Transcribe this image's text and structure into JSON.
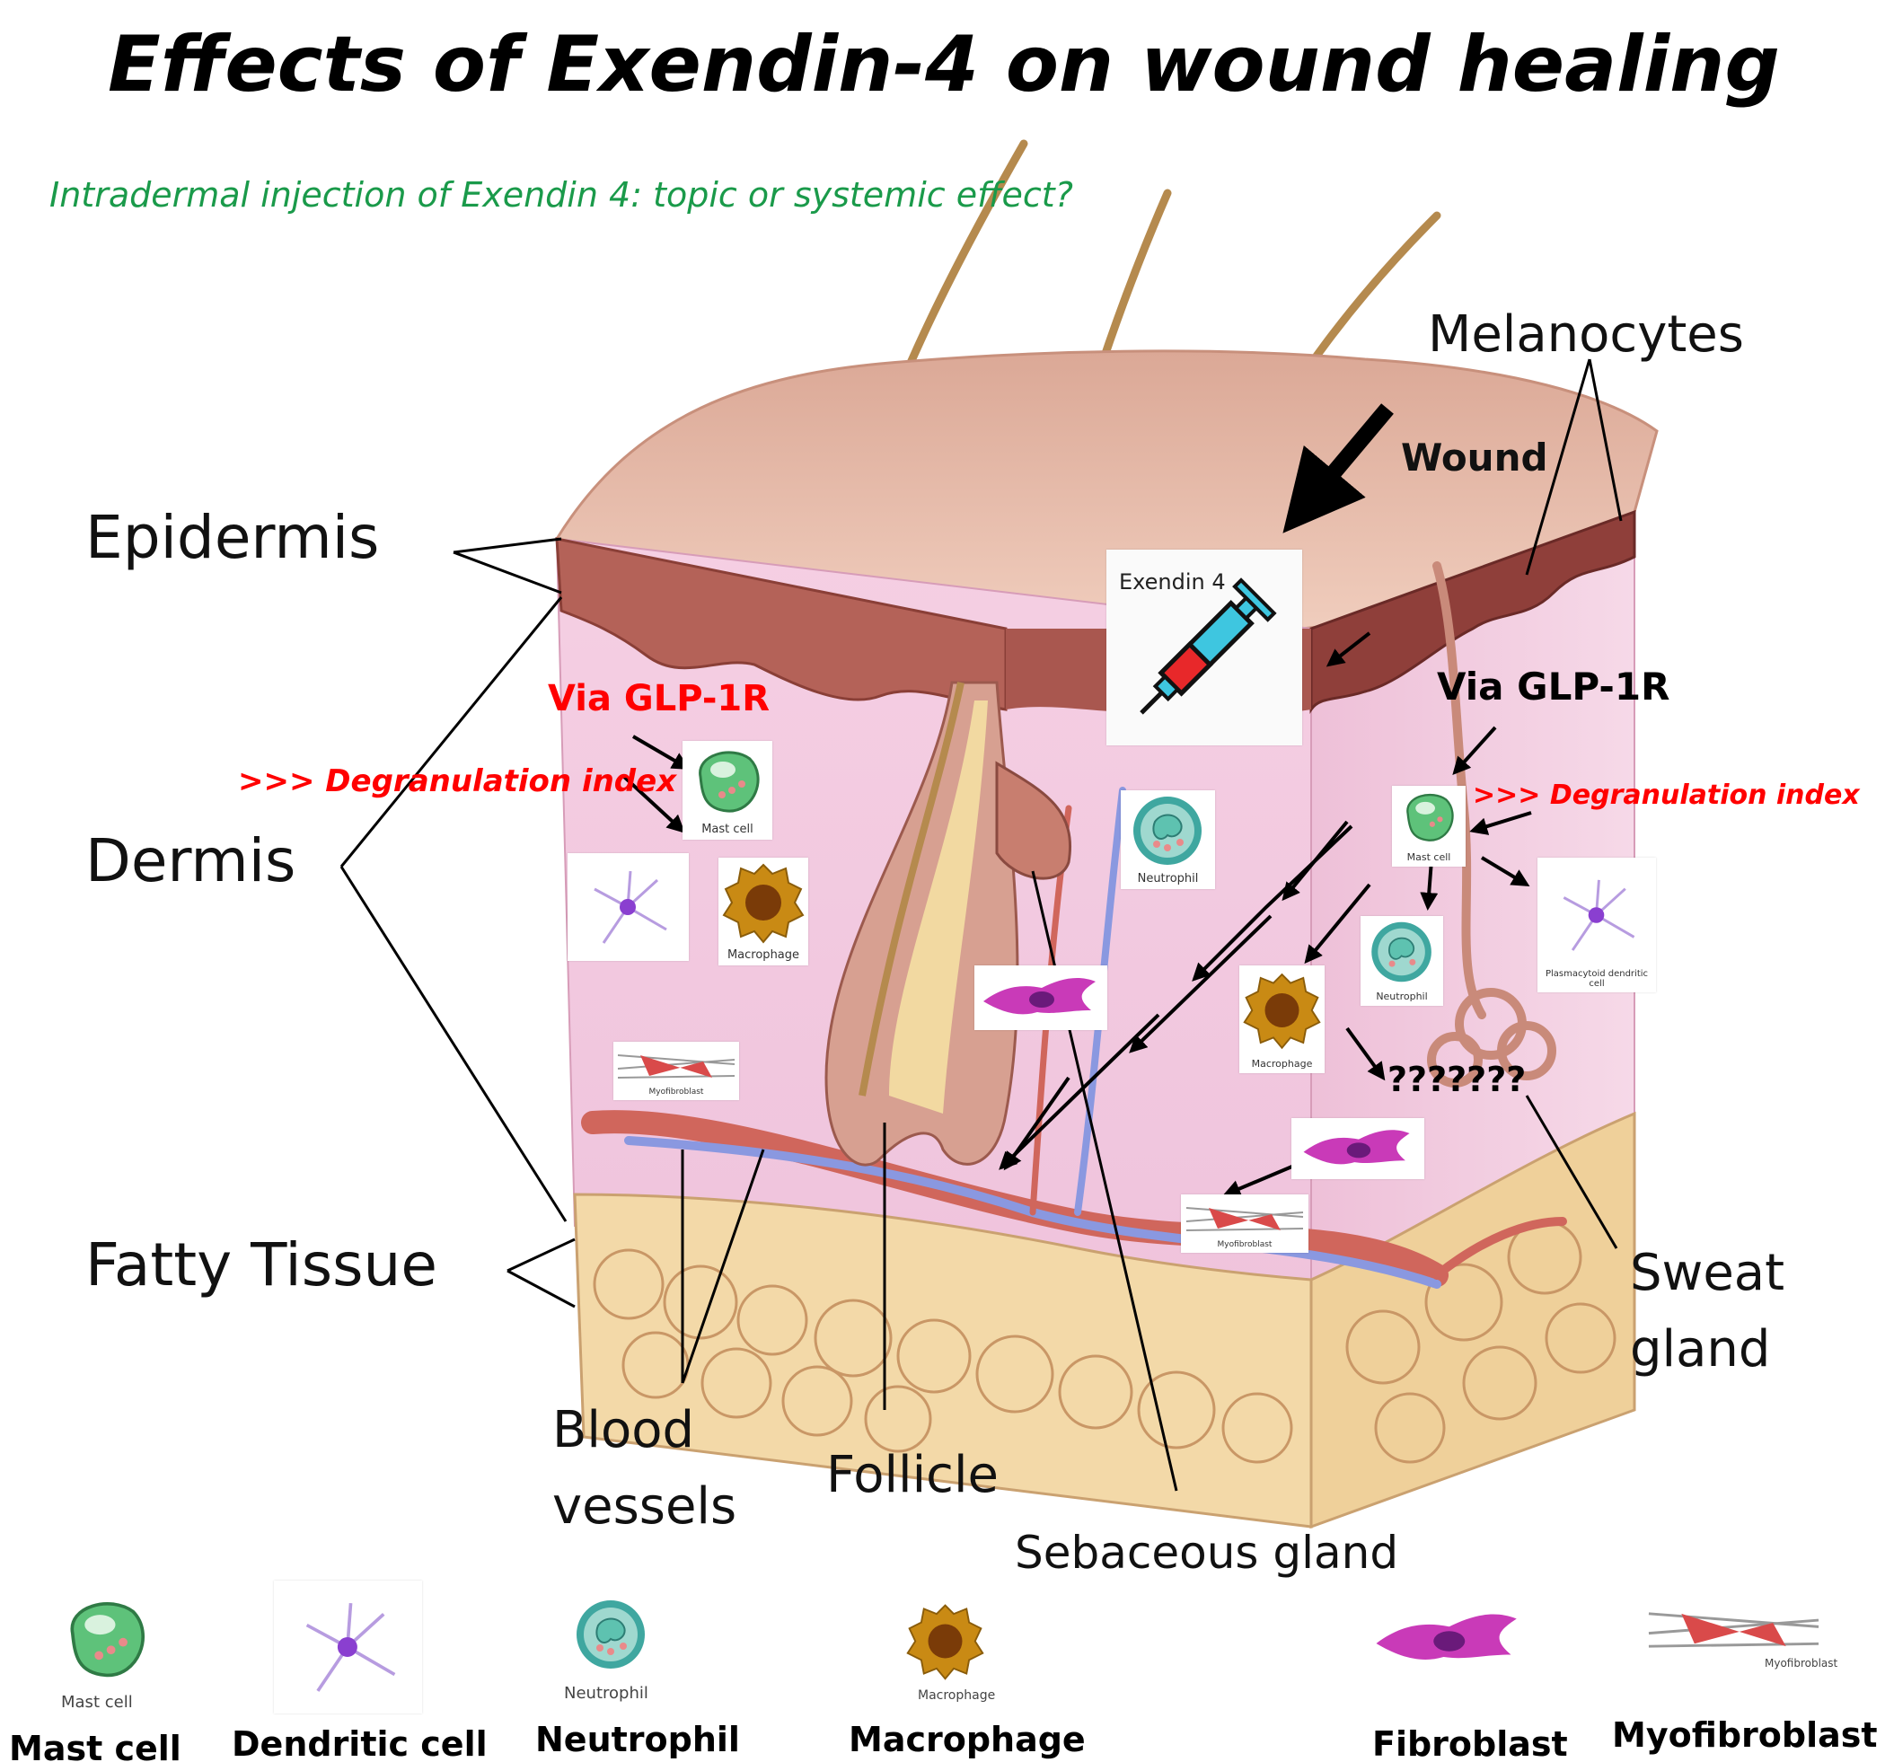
{
  "title": "Effects of Exendin-4 on wound healing",
  "subtitle": "Intradermal injection of Exendin 4: topic or systemic effect?",
  "layers": {
    "epidermis": "Epidermis",
    "dermis": "Dermis",
    "fatty_tissue": "Fatty Tissue"
  },
  "structures": {
    "melanocytes": "Melanocytes",
    "wound": "Wound",
    "sweat_gland_1": "Sweat",
    "sweat_gland_2": "gland",
    "blood_vessels_1": "Blood",
    "blood_vessels_2": "vessels",
    "follicle": "Follicle",
    "sebaceous_gland": "Sebaceous gland"
  },
  "annotations": {
    "via_glp1r_left": "Via GLP-1R",
    "via_glp1r_right": "Via GLP-1R",
    "degranulation_left": ">>> Degranulation index",
    "degranulation_right": ">>> Degranulation index",
    "question_marks": "???????",
    "syringe_label": "Exendin 4"
  },
  "cell_cards": {
    "mast_cell": "Mast cell",
    "macrophage": "Macrophage",
    "neutrophil": "Neutrophil",
    "myofibroblast": "Myofibroblast",
    "plasmacytoid": "Plasmacytoid dendritic cell"
  },
  "legend": {
    "mast_cell": "Mast cell",
    "mast_cell_small": "Mast cell",
    "dendritic_cell": "Dendritic cell",
    "neutrophil": "Neutrophil",
    "neutrophil_small": "Neutrophil",
    "macrophage": "Macrophage",
    "macrophage_small": "Macrophage",
    "fibroblast": "Fibroblast",
    "myofibroblast": "Myofibroblast",
    "myofibroblast_small": "Myofibroblast"
  },
  "colors": {
    "skin_top": "#e8bfae",
    "epidermis": "#b9665c",
    "dermis": "#f1c9e0",
    "fat": "#f3d9a8",
    "subtitle": "#1a9a4a",
    "annotation_red": "#ff0000",
    "mast_cell": "#5ec27a",
    "neutrophil": "#3fa7a0",
    "macrophage": "#c98a14",
    "fibroblast": "#c93ab8",
    "myofibroblast": "#d94a4a"
  },
  "icons": [
    "syringe-icon",
    "mast-cell-icon",
    "neutrophil-icon",
    "macrophage-icon",
    "dendritic-cell-icon",
    "fibroblast-icon",
    "myofibroblast-icon"
  ]
}
